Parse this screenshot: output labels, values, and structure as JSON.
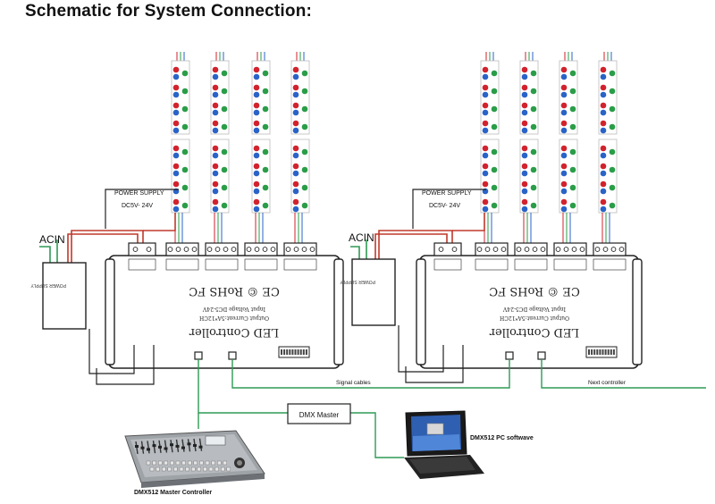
{
  "title": "Schematic for System Connection:",
  "left_system": {
    "power_supply_label": "POWER SUPPLY",
    "power_supply_voltage": "DC5V- 24V",
    "acin_label": "ACIN",
    "psu_box_label": "POWER SUPPLY",
    "controller_name": "LED Controller",
    "controller_input": "Input Voltage DC5-24V",
    "controller_output": "Output Current:5A*12CH",
    "cert_marks": "CE © RoHS FC"
  },
  "right_system": {
    "power_supply_label": "POWER SUPPLY",
    "power_supply_voltage": "DC5V- 24V",
    "acin_label": "ACIN",
    "psu_box_label": "POWER SUPPLY",
    "controller_name": "LED Controller",
    "controller_input": "Input Voltage DC5-24V",
    "controller_output": "Output Current:5A*12CH",
    "cert_marks": "CE © RoHS FC"
  },
  "signal_cables_label": "Signal cables",
  "next_controller_label": "Next  controller",
  "dmx_master_label": "DMX Master",
  "pc_software_label": "DMX512 PC softwave",
  "master_controller_label": "DMX512 Master Controller",
  "colors": {
    "wire_green": "#2e9a55",
    "wire_red": "#c0392b",
    "led_red": "#d2222d",
    "led_green": "#2a9d48",
    "led_blue": "#2a63c8",
    "outline": "#222222"
  }
}
